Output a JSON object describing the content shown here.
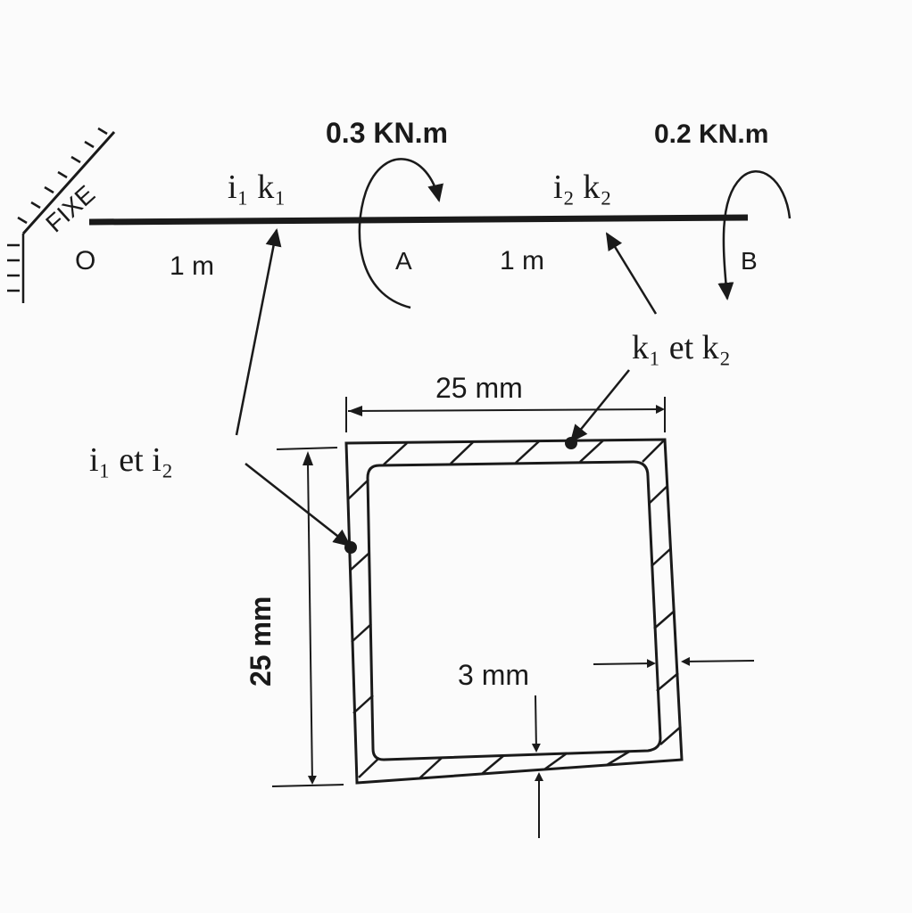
{
  "beam": {
    "fixed_label": "FIXE",
    "point_o": "O",
    "point_a": "A",
    "point_b": "B",
    "segment1_length": "1 m",
    "segment2_length": "1 m",
    "segment1_props": "i₁ k₁",
    "segment2_props": "i₂ k₂",
    "moment_a": "0.3 KN.m",
    "moment_b": "0.2 KN.m"
  },
  "section": {
    "label_i": "i₁ et i₂",
    "label_k": "k₁ et k₂",
    "width": "25 mm",
    "height": "25 mm",
    "thickness": "3 mm"
  }
}
